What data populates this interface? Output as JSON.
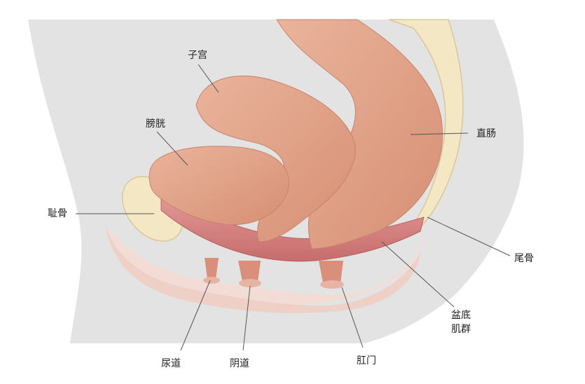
{
  "diagram": {
    "labels": {
      "uterus": "子宫",
      "bladder": "膀胱",
      "rectum": "直肠",
      "pubic_bone": "耻骨",
      "coccyx": "尾骨",
      "pelvic_floor_line1": "盆底",
      "pelvic_floor_line2": "肌群",
      "urethra": "尿道",
      "vagina": "阴道",
      "anus": "肛门"
    },
    "colors": {
      "body_silhouette": "#e3e3e3",
      "organ": "#e4a68d",
      "organ_shadow": "#c9826a",
      "muscle": "#d98080",
      "bone": "#f4e8c4",
      "skin": "#f3dcd5",
      "leader_line": "#555555"
    }
  }
}
